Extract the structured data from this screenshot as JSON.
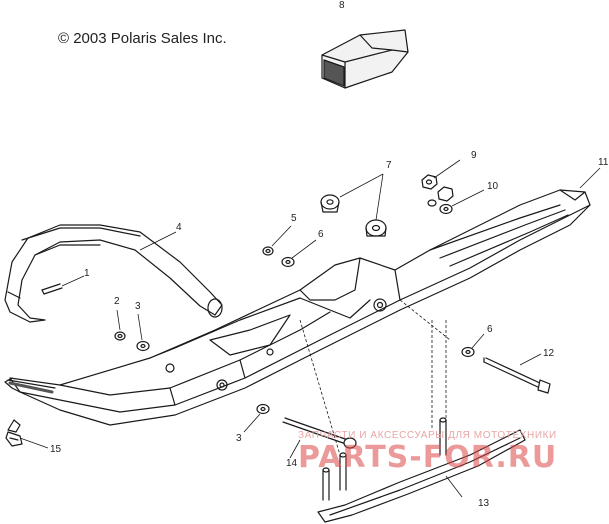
{
  "copyright": "© 2003 Polaris Sales Inc.",
  "callouts": {
    "c1": "1",
    "c2": "2",
    "c3a": "3",
    "c3b": "3",
    "c4": "4",
    "c5": "5",
    "c6a": "6",
    "c6b": "6",
    "c7": "7",
    "c8": "8",
    "c9": "9",
    "c10": "10",
    "c11": "11",
    "c12": "12",
    "c13": "13",
    "c14": "14",
    "c15": "15"
  },
  "watermark": {
    "line1": "ЗАПЧАСТИ И АКСЕССУАРЫ ДЛЯ МОТОТЕХНИКИ",
    "line2": "PARTS-FOR.RU"
  },
  "colors": {
    "line": "#1a1a1a",
    "watermark": "#d94a4a",
    "background": "#ffffff"
  }
}
